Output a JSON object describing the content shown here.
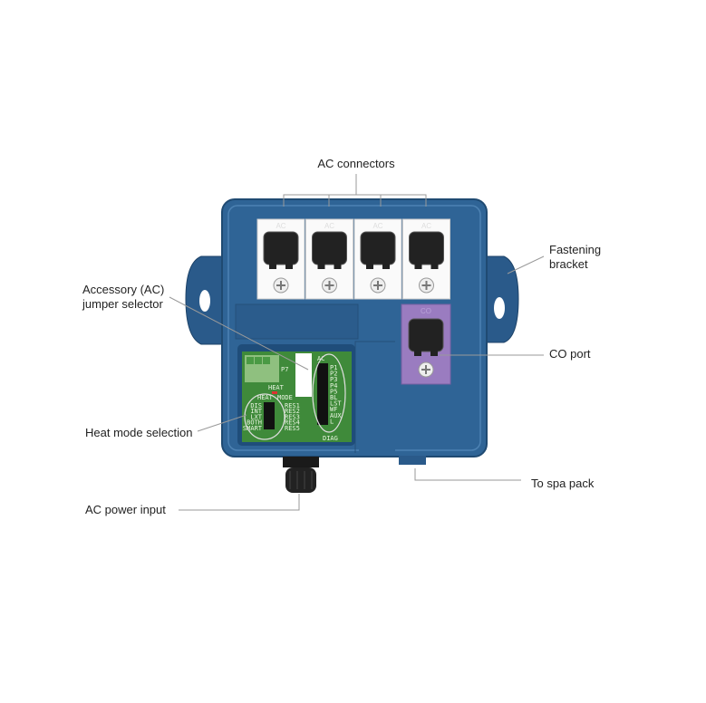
{
  "callouts": {
    "ac_connectors": "AC connectors",
    "fastening_bracket": [
      "Fastening",
      "bracket"
    ],
    "accessory_jumper": [
      "Accessory (AC)",
      "jumper selector"
    ],
    "co_port": "CO port",
    "heat_mode": "Heat mode selection",
    "to_spa_pack": "To spa pack",
    "ac_power_input": "AC power input"
  },
  "device": {
    "slot_label": "AC",
    "co_label": "CO",
    "board": {
      "ac_header": "AC",
      "ac_pins": [
        "P1",
        "P2",
        "P3",
        "P4",
        "P5",
        "BL",
        "LST",
        "WF",
        "AUX",
        "L"
      ],
      "heat_label": "HEAT",
      "heat_mode_header": [
        "HEAT",
        "MODE"
      ],
      "heat_modes": [
        "DIS",
        "INT",
        "LXT",
        "BOTH",
        "SMART"
      ],
      "res": [
        "RES1",
        "RES2",
        "RES3",
        "RES4",
        "RES5"
      ],
      "p7": "P7",
      "diag": "DIAG"
    }
  },
  "colors": {
    "housing": "#2f6496",
    "co_port": "#9a7cc0",
    "pcb": "#3f8a3a"
  }
}
